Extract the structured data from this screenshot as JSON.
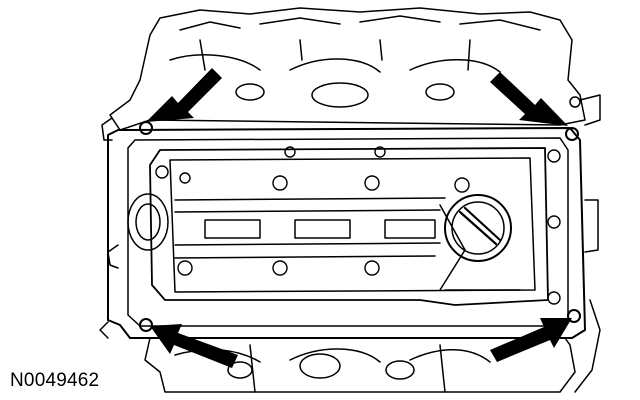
{
  "figure": {
    "id_label": "N0049462",
    "subject": "engine-valve-cover-line-drawing",
    "arrows": [
      {
        "name": "arrow-upper-left",
        "points_to": "upper-left-corner"
      },
      {
        "name": "arrow-upper-right",
        "points_to": "upper-right-corner"
      },
      {
        "name": "arrow-lower-left",
        "points_to": "lower-left-corner"
      },
      {
        "name": "arrow-lower-right",
        "points_to": "lower-right-corner"
      }
    ],
    "colors": {
      "line": "#000000",
      "fill": "#ffffff"
    }
  }
}
